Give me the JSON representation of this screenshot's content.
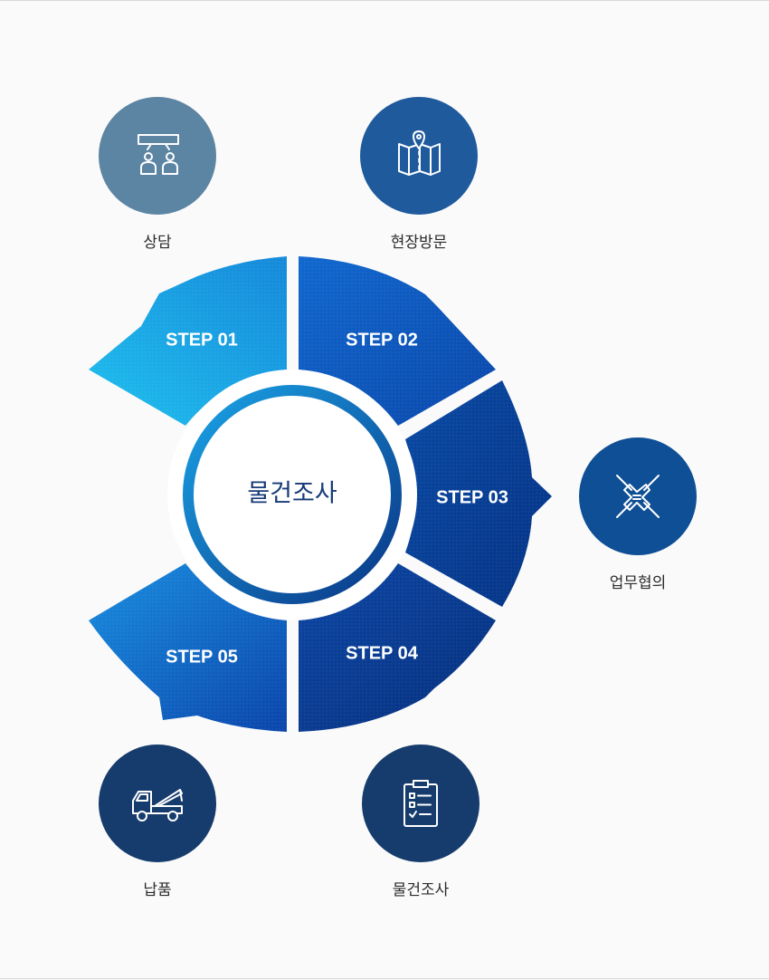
{
  "center": {
    "title": "물건조사"
  },
  "steps": [
    {
      "label": "STEP 01",
      "caption": "상담",
      "icon": "consultation-icon",
      "color": "#5c84a3"
    },
    {
      "label": "STEP 02",
      "caption": "현장방문",
      "icon": "map-pin-icon",
      "color": "#1f5a9c"
    },
    {
      "label": "STEP 03",
      "caption": "업무협의",
      "icon": "handshake-icon",
      "color": "#0f4f95"
    },
    {
      "label": "STEP 04",
      "caption": "물건조사",
      "icon": "checklist-icon",
      "color": "#163c6d"
    },
    {
      "label": "STEP 05",
      "caption": "납품",
      "icon": "tow-truck-icon",
      "color": "#163c6d"
    }
  ],
  "colors": {
    "step01_gradient": [
      "#1fc0ee",
      "#1589da"
    ],
    "step02_gradient": [
      "#1168cf",
      "#0a47aa"
    ],
    "step03_gradient": [
      "#0a4aa4",
      "#053385"
    ],
    "step04_gradient": [
      "#0d48a6",
      "#062f7c"
    ],
    "step05_gradient": [
      "#1a8fe0",
      "#0a45ac"
    ],
    "ring_gradient": [
      "#1aa3e6",
      "#0a3585"
    ]
  }
}
